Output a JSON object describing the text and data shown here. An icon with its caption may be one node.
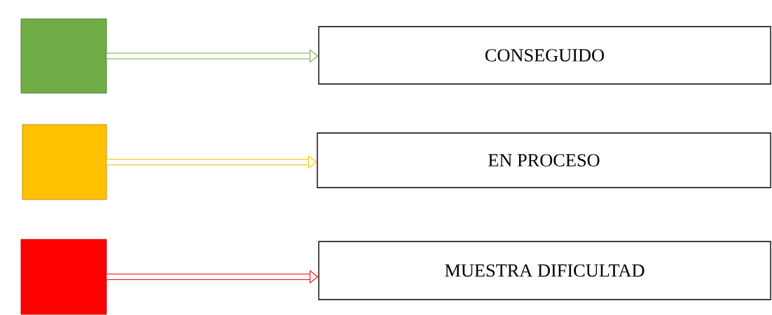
{
  "diagram": {
    "nodes": [
      {
        "text": [],
        "shape": "box"
      },
      {
        "text": [
          "CONSEGUIDO"
        ]
      },
      {
        "text": [],
        "shape": "box"
      },
      {
        "text": [
          "EN PROCESO"
        ]
      },
      {
        "text": [],
        "shape": "box"
      },
      {
        "text": [
          "MUESTRA DIFICULTAD"
        ]
      }
    ],
    "edges": [
      {
        "from": 0,
        "to": 1,
        "arrow": "to",
        "color": "#70ad47"
      },
      {
        "from": 2,
        "to": 3,
        "arrow": "to",
        "color": "#ffc000"
      },
      {
        "from": 4,
        "to": 5,
        "arrow": "to",
        "color": "#ff0000"
      }
    ]
  }
}
